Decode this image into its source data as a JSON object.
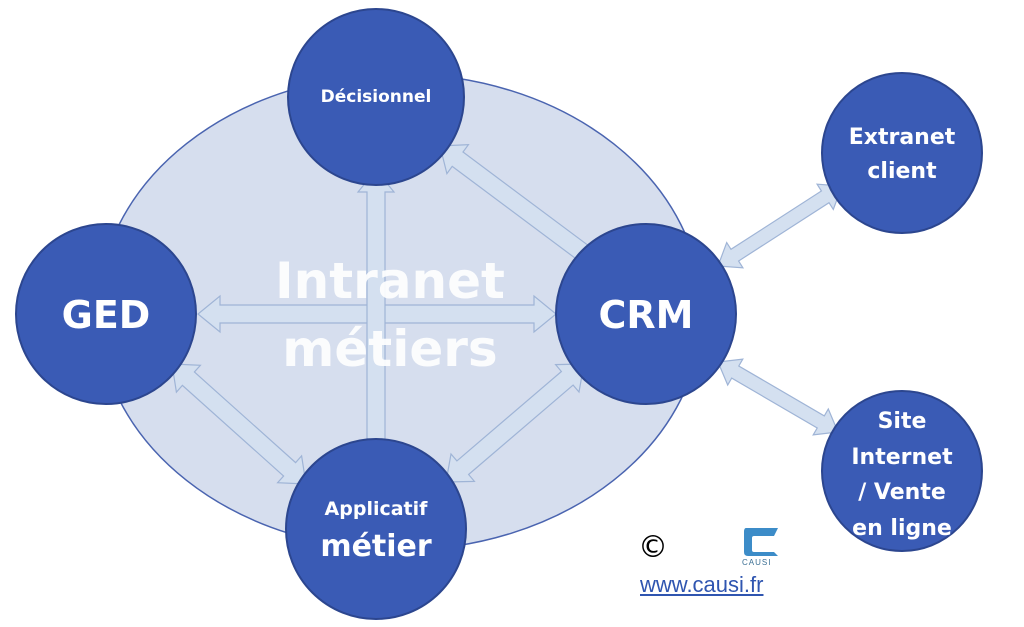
{
  "center": {
    "line1": "Intranet",
    "line2": "métiers"
  },
  "nodes": {
    "decisionnel": {
      "line1": "Décisionnel"
    },
    "ged": {
      "line1": "GED"
    },
    "crm": {
      "line1": "CRM"
    },
    "applicatif": {
      "line1": "Applicatif",
      "line2": "métier"
    },
    "extranet": {
      "line1": "Extranet",
      "line2": "client"
    },
    "site": {
      "line1": "Site",
      "line2": "Internet",
      "line3": "/ Vente",
      "line4": "en ligne"
    }
  },
  "footer": {
    "copyright": "©",
    "logo_text": "CAUSI",
    "link": "www.causi.fr"
  },
  "colors": {
    "node_fill": "#3a5bb5",
    "node_stroke": "#2c468f",
    "ellipse_fill": "#d6deee",
    "arrow_fill": "#d4e0f0",
    "arrow_stroke": "#9fb4d6"
  }
}
